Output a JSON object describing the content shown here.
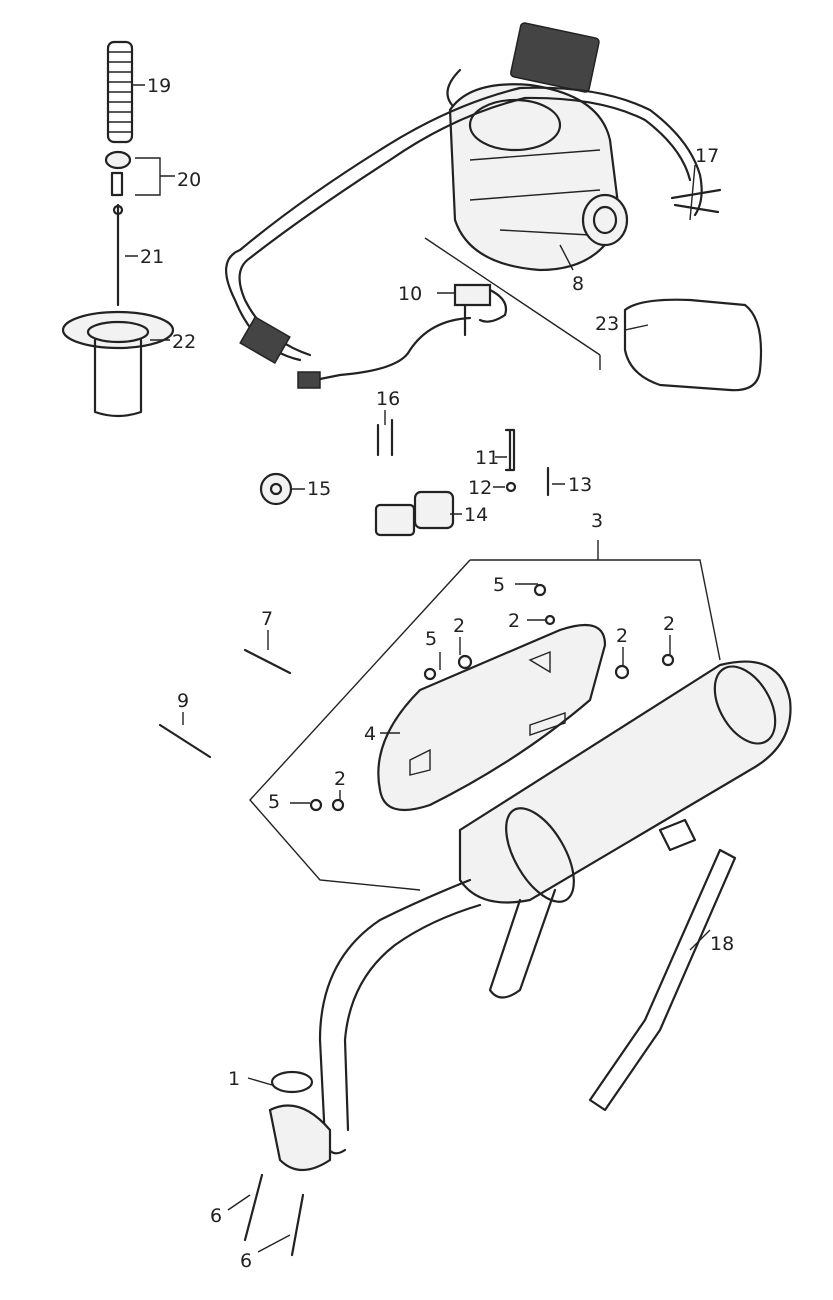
{
  "diagram": {
    "title": "Carburetor and exhaust muffler parts diagram",
    "callouts": {
      "c1": "1",
      "c2a": "2",
      "c2b": "2",
      "c2c": "2",
      "c2d": "2",
      "c2e": "2",
      "c3": "3",
      "c4": "4",
      "c5a": "5",
      "c5b": "5",
      "c5c": "5",
      "c6a": "6",
      "c6b": "6",
      "c7": "7",
      "c8": "8",
      "c9": "9",
      "c10": "10",
      "c11": "11",
      "c12": "12",
      "c13": "13",
      "c14": "14",
      "c15": "15",
      "c16": "16",
      "c17": "17",
      "c18": "18",
      "c19": "19",
      "c20": "20",
      "c21": "21",
      "c22": "22",
      "c23": "23"
    }
  }
}
